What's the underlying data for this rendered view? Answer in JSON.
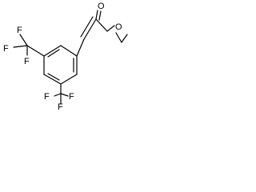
{
  "labels": {
    "carbonyl_oxygen": "O",
    "ester_oxygen": "O",
    "cf3_top": "F",
    "cf3_top_left": "F",
    "cf3_top_bottom": "F",
    "cf3_bottom_left": "F",
    "cf3_bottom_right": "F",
    "cf3_bottom": "F"
  }
}
